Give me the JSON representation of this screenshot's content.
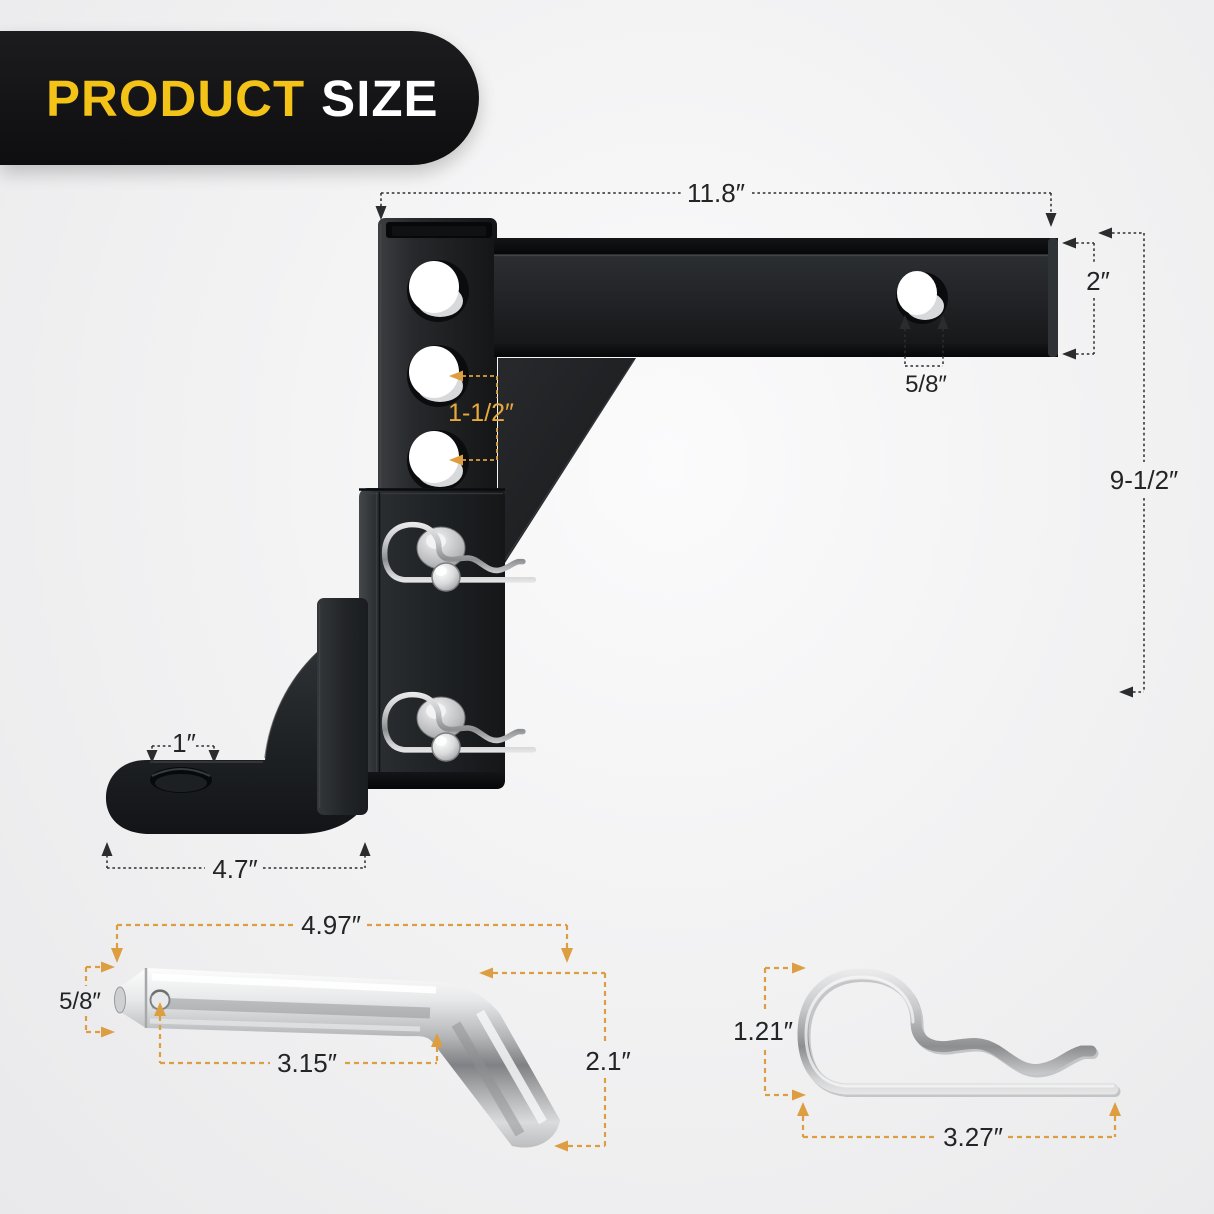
{
  "header": {
    "title_primary": "PRODUCT",
    "title_secondary": "SIZE"
  },
  "colors": {
    "badge_bg": "#141416",
    "accent_yellow": "#F4C318",
    "dim_orange": "#DD9E42",
    "dim_black": "#2B2C2E"
  },
  "mount_diagram": {
    "shank_length": "11.8″",
    "receiver_height": "2″",
    "pin_hole_diameter": "5/8″",
    "hole_spacing": "1-1/2″",
    "drop_height": "9-1/2″",
    "ball_hole_diameter": "1″",
    "mount_length": "4.7″"
  },
  "hitch_pin_diagram": {
    "overall_length": "4.97″",
    "pin_diameter": "5/8″",
    "usable_length": "3.15″",
    "bend_height": "2.1″"
  },
  "r_clip_diagram": {
    "height": "1.21″",
    "length": "3.27″"
  }
}
